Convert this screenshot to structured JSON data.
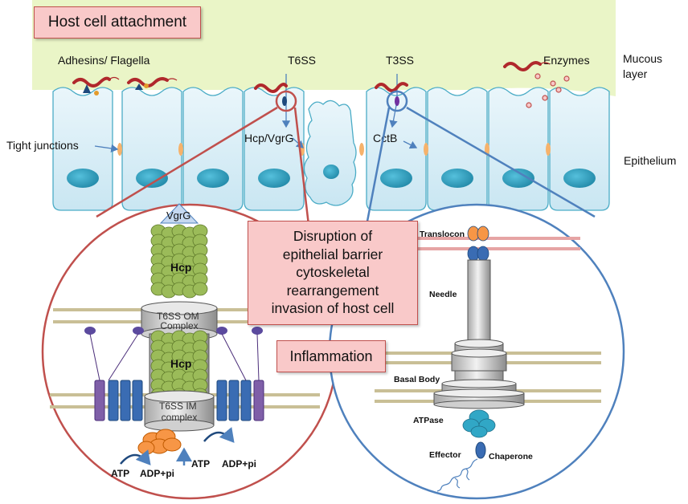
{
  "boxes": {
    "host_attachment": "Host cell attachment",
    "disruption": [
      "Disruption of",
      "epithelial barrier",
      "cytoskeletal",
      "rearrangement",
      "invasion of host cell"
    ],
    "inflammation": "Inflammation"
  },
  "labels": {
    "adhesins": "Adhesins/ Flagella",
    "t6ss": "T6SS",
    "t3ss": "T3SS",
    "enzymes": "Enzymes",
    "mucous": [
      "Mucous",
      "layer"
    ],
    "tight_junctions": "Tight junctions",
    "hcp_vgrg": "Hcp/VgrG",
    "cctb": "CctB",
    "epithelium": "Epithelium"
  },
  "t6ss_detail": {
    "vgrg": "VgrG",
    "hcp_top": "Hcp",
    "om_complex": [
      "T6SS OM",
      "Complex"
    ],
    "hcp_mid": "Hcp",
    "im_complex": [
      "T6SS IM",
      "complex"
    ],
    "atp_left": "ATP",
    "adp_left": "ADP+pi",
    "atp_right": "ATP",
    "adp_right": "ADP+pi"
  },
  "t3ss_detail": {
    "translocon": "Translocon",
    "needle": "Needle",
    "basal_body": "Basal Body",
    "atpase": "ATPase",
    "effector": "Effector",
    "chaperone": "Chaperone"
  },
  "colors": {
    "mucus": "#eaf5c7",
    "cell_fill": "#d9eef7",
    "cell_stroke": "#4bacc6",
    "nucleus": "#2aa1c0",
    "junction": "#f6b26b",
    "t6ss_circle": "#c0504d",
    "t3ss_circle": "#4f81bd",
    "box_fill": "#f9c9c9",
    "hcp_green": "#9bbb59",
    "membrane": "#c9bf96"
  }
}
